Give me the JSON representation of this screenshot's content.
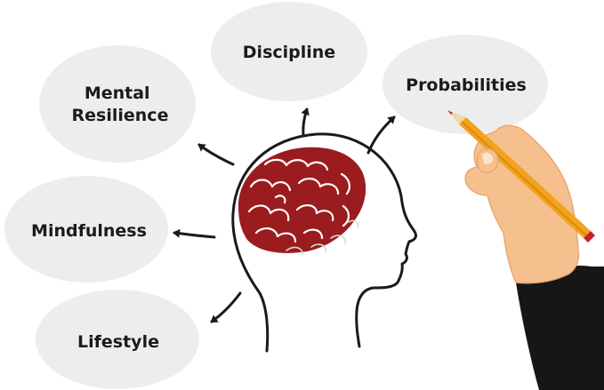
{
  "nodes": {
    "mental_resilience": [
      "Mental",
      "Resilience"
    ],
    "discipline": [
      "Discipline"
    ],
    "probabilities": [
      "Probabilities"
    ],
    "mindfulness": [
      "Mindfulness"
    ],
    "lifestyle": [
      "Lifestyle"
    ]
  },
  "colors": {
    "bubble": "#ededed",
    "brain": "#9b1c1f",
    "outline": "#1a1a1a",
    "arrow": "#1a1a1a",
    "pencil_body": "#f2a21c",
    "pencil_tip": "#c8202a",
    "skin": "#f6c08e",
    "sleeve": "#161616"
  },
  "icons": [
    "head-silhouette-icon",
    "brain-icon",
    "hand-holding-pencil-icon",
    "arrow-icon"
  ]
}
